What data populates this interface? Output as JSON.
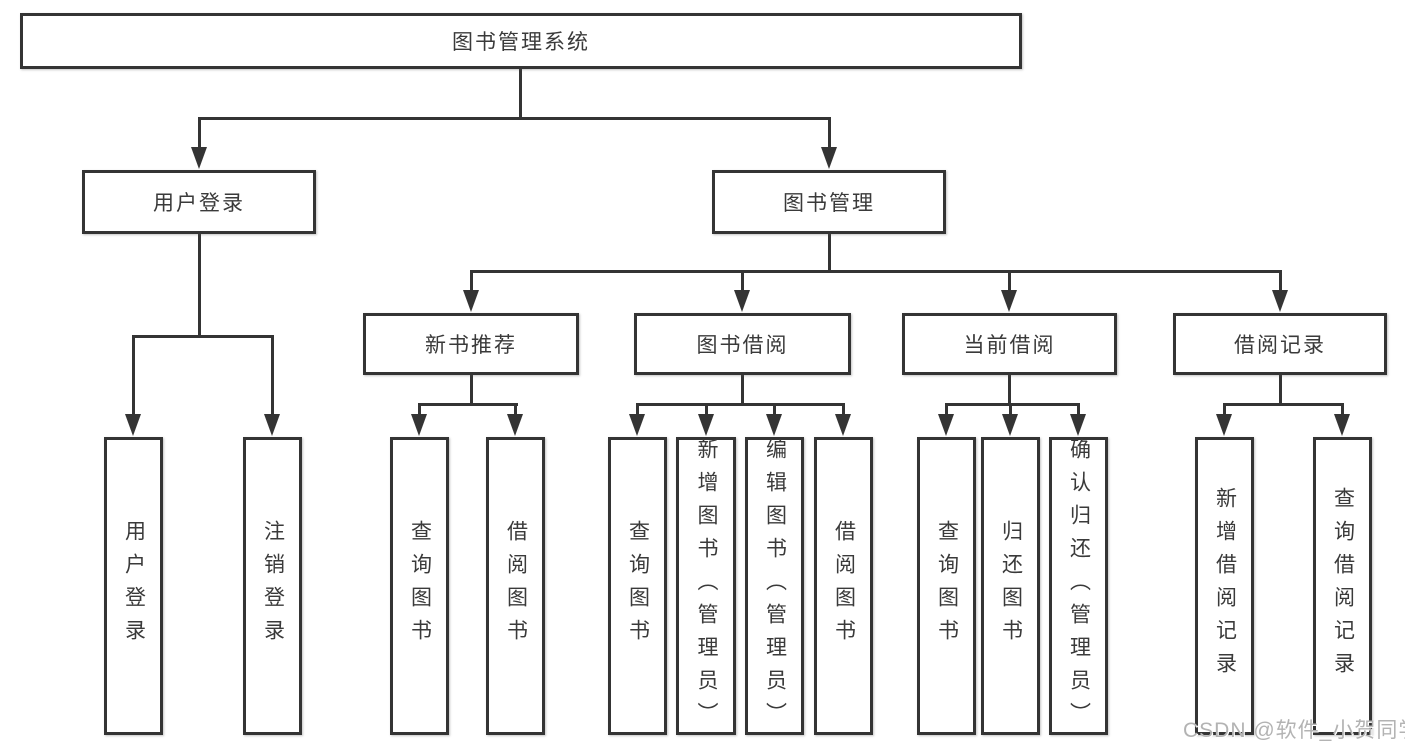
{
  "nodes": {
    "root": "图书管理系统",
    "user_login": "用户登录",
    "book_management": "图书管理",
    "new_book_recommend": "新书推荐",
    "book_borrow": "图书借阅",
    "current_borrow": "当前借阅",
    "borrow_record": "借阅记录",
    "leaf_user_login": "用户登录",
    "leaf_logout": "注销登录",
    "leaf_nb_query_book": "查询图书",
    "leaf_nb_borrow_book": "借阅图书",
    "leaf_bb_query_book": "查询图书",
    "leaf_bb_add_book_admin": "新增图书（管理员）",
    "leaf_bb_edit_book_admin": "编辑图书（管理员）",
    "leaf_bb_borrow_book": "借阅图书",
    "leaf_cb_query_book": "查询图书",
    "leaf_cb_return_book": "归还图书",
    "leaf_cb_confirm_return_admin": "确认归还（管理员）",
    "leaf_br_add_record": "新增借阅记录",
    "leaf_br_query_record": "查询借阅记录"
  },
  "watermark": {
    "text": "CSDN @软件_小贺同学"
  },
  "colors": {
    "line": "#343434",
    "text": "#3a3a3a",
    "watermark": "#b3b3b3",
    "background": "#ffffff"
  }
}
